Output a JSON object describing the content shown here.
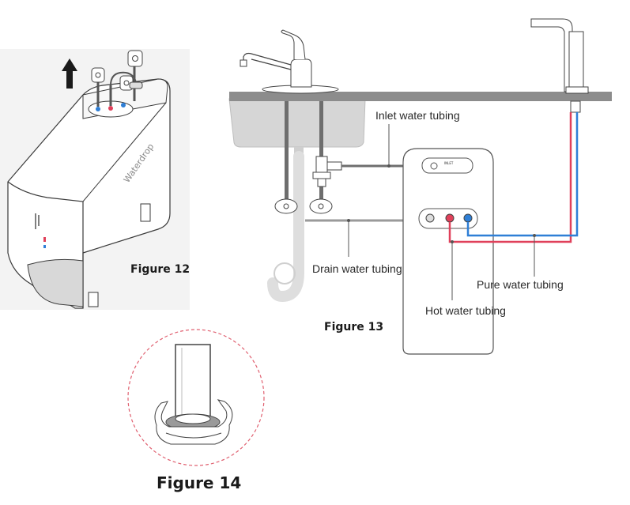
{
  "figure12": {
    "label": "Figure 12",
    "brand": "Waterdrop"
  },
  "figure13": {
    "label": "Figure 13",
    "panel_inlet_tag": "INLET",
    "callouts": {
      "inlet": "Inlet water tubing",
      "drain": "Drain water tubing",
      "pure": "Pure water tubing",
      "hot": "Hot water tubing"
    }
  },
  "figure14": {
    "label": "Figure 14"
  },
  "colors": {
    "hot_line": "#e0405a",
    "pure_line": "#2f7fd6",
    "countertop": "#8c8c8c",
    "sink": "#cfcfcf",
    "dashed_circle": "#e06070"
  }
}
